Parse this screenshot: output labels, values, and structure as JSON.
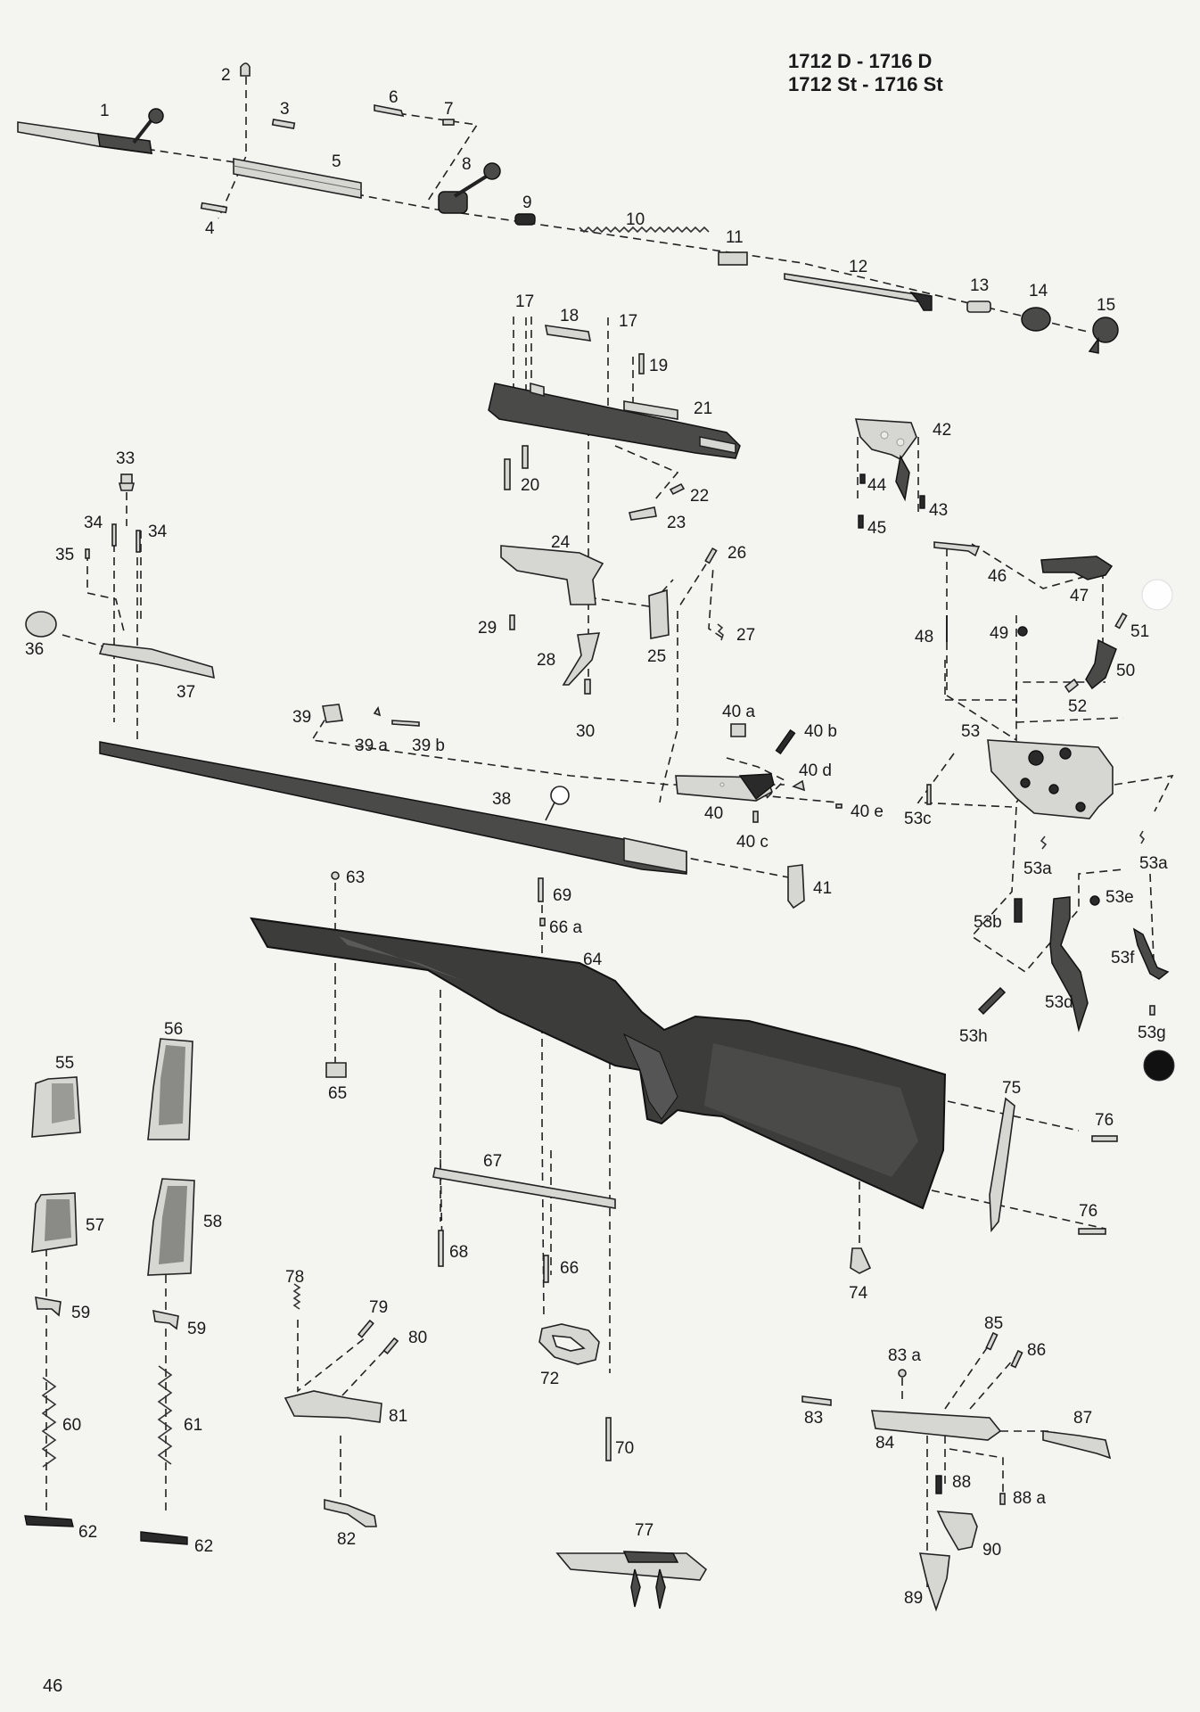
{
  "header": {
    "model_line_1": "1712 D - 1716 D",
    "model_line_2": "1712 St - 1716 St"
  },
  "page_number": "46",
  "part_labels": [
    "1",
    "2",
    "3",
    "4",
    "5",
    "6",
    "7",
    "8",
    "9",
    "10",
    "11",
    "12",
    "13",
    "14",
    "15",
    "17",
    "18",
    "17",
    "19",
    "21",
    "20",
    "22",
    "23",
    "42",
    "43",
    "44",
    "45",
    "33",
    "34",
    "34",
    "35",
    "36",
    "37",
    "24",
    "26",
    "27",
    "29",
    "28",
    "25",
    "30",
    "46",
    "47",
    "48",
    "49",
    "51",
    "50",
    "52",
    "39",
    "39 a",
    "39 b",
    "40 a",
    "40 b",
    "40 d",
    "40",
    "40 c",
    "40 e",
    "38",
    "41",
    "53",
    "53c",
    "53a",
    "53a",
    "53b",
    "53e",
    "53f",
    "53d",
    "53h",
    "53g",
    "63",
    "69",
    "66 a",
    "64",
    "65",
    "55",
    "56",
    "57",
    "58",
    "59",
    "59",
    "60",
    "61",
    "62",
    "62",
    "67",
    "68",
    "66",
    "72",
    "70",
    "75",
    "76",
    "76",
    "74",
    "78",
    "79",
    "80",
    "81",
    "82",
    "77",
    "85",
    "83 a",
    "86",
    "83",
    "84",
    "87",
    "88",
    "88 a",
    "90",
    "89"
  ]
}
